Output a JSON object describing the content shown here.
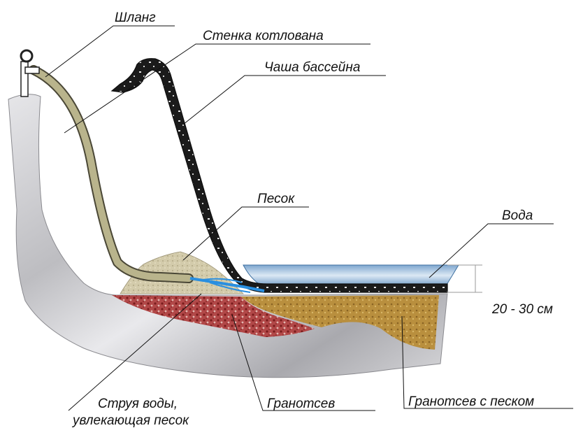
{
  "labels": {
    "hose": "Шланг",
    "pit_wall": "Стенка котлована",
    "pool_bowl": "Чаша бассейна",
    "sand": "Песок",
    "water": "Вода",
    "depth": "20 - 30 см",
    "water_jet_line1": "Струя воды,",
    "water_jet_line2": "увлекающая песок",
    "granite_screenings": "Гранотсев",
    "granite_screenings_sand": "Гранотсев с песком"
  },
  "colors": {
    "ground_light": "#e3e3e6",
    "ground_mid": "#b8b8bc",
    "ground_dark": "#8f8f94",
    "hose_fill": "#b9b48c",
    "hose_stroke": "#4a4736",
    "bowl": "#1b1b1b",
    "sand": "#cfc6a4",
    "granite": "#9e2b2b",
    "granite_sand": "#b3893a",
    "water_light": "#d7e6f3",
    "water_dark": "#6f9ac4",
    "jet": "#2a8fe0"
  },
  "icons": {
    "faucet": "faucet-icon"
  }
}
